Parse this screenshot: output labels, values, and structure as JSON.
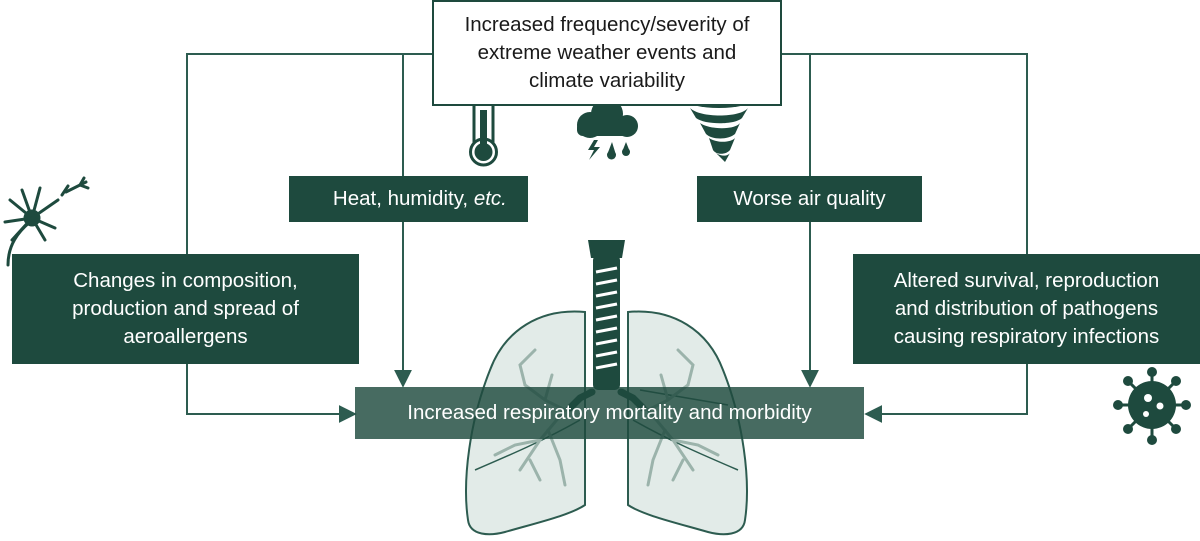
{
  "top_box": {
    "lines": [
      "Increased frequency/severity of",
      "extreme weather events and",
      "climate variability"
    ]
  },
  "heat_box": {
    "text": "Heat, humidity, ",
    "italic": "etc."
  },
  "air_box": {
    "text": "Worse air quality"
  },
  "allergen_box": {
    "lines": [
      "Changes in composition,",
      "production and spread of",
      "aeroallergens"
    ]
  },
  "pathogen_box": {
    "lines": [
      "Altered survival, reproduction",
      "and distribution of pathogens",
      "causing respiratory infections"
    ]
  },
  "outcome_box": {
    "text": "Increased respiratory mortality and morbidity"
  },
  "icons": [
    "thermometer-icon",
    "storm-cloud-icon",
    "tornado-icon",
    "dandelion-icon",
    "virus-icon",
    "lungs-illustration"
  ],
  "colors": {
    "dark_green": "#1e4a3e",
    "lung_fill": "#e2ebe8",
    "line": "#2d5c50"
  }
}
